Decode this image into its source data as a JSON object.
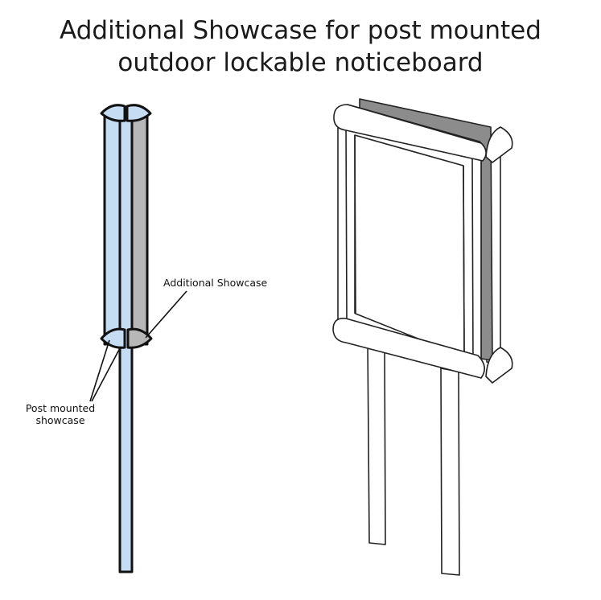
{
  "title": {
    "line1": "Additional Showcase for post mounted",
    "line2": "outdoor lockable noticeboard"
  },
  "labels": {
    "additional_showcase": "Additional Showcase",
    "post_mounted_showcase": "Post mounted showcase"
  },
  "colors": {
    "post_blue": "#c6dcf3",
    "showcase_gray": "#b7b7b7",
    "back_panel_gray": "#8c8c8c",
    "outline": "#111111"
  }
}
